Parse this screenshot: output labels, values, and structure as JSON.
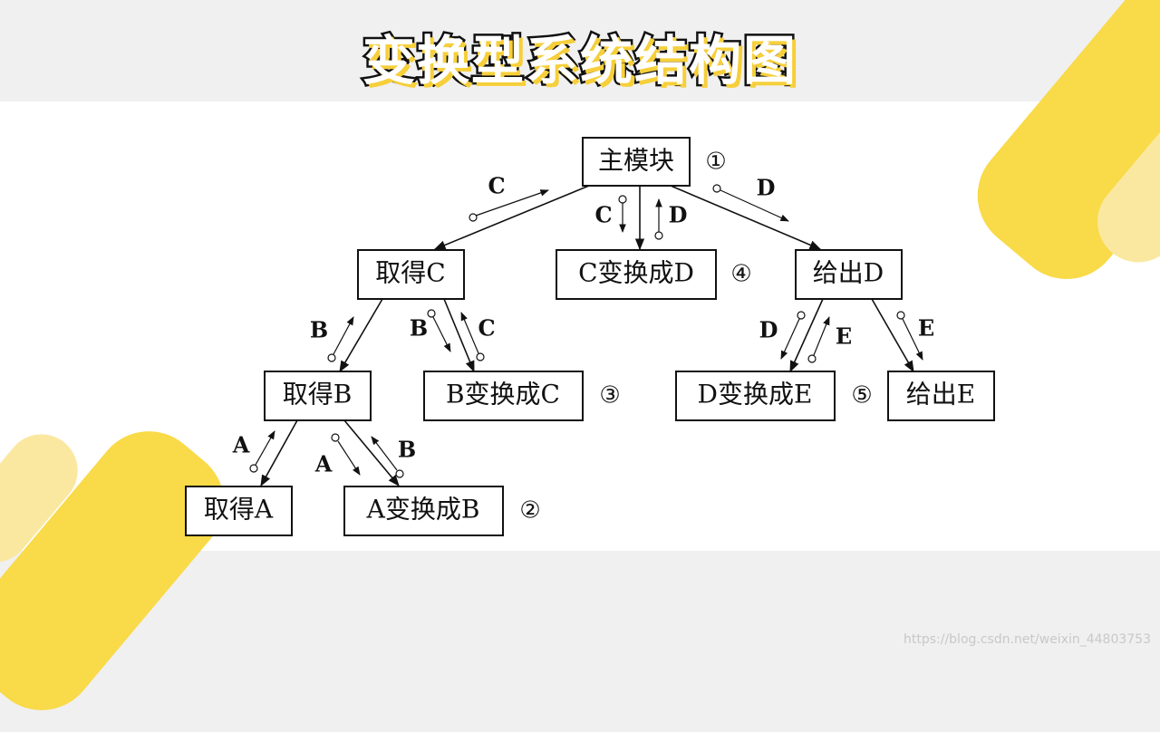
{
  "slide": {
    "title": "变换型系统结构图",
    "watermark": "https://blog.csdn.net/weixin_44803753"
  },
  "diagram": {
    "nodes": {
      "main": "主模块",
      "get_c": "取得C",
      "c_to_d": "C变换成D",
      "out_d": "给出D",
      "get_b": "取得B",
      "b_to_c": "B变换成C",
      "d_to_e": "D变换成E",
      "out_e": "给出E",
      "get_a": "取得A",
      "a_to_b": "A变换成B"
    },
    "step_numbers": {
      "one": "①",
      "two": "②",
      "three": "③",
      "four": "④",
      "five": "⑤"
    },
    "flow_labels": {
      "main_getc_c": "C",
      "main_cd_c": "C",
      "main_cd_d": "D",
      "main_outd_d": "D",
      "getc_getb_b": "B",
      "getc_bc_b": "B",
      "getc_bc_c": "C",
      "outd_de_d": "D",
      "outd_de_e": "E",
      "outd_oute_e": "E",
      "getb_geta_a": "A",
      "getb_ab_a": "A",
      "getb_ab_b": "B"
    }
  }
}
